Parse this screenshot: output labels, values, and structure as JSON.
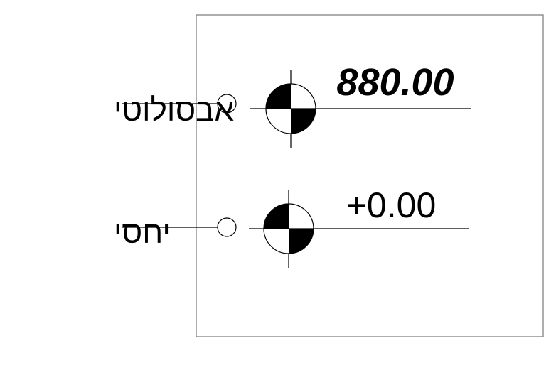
{
  "diagram": {
    "absolute": {
      "label": "אבסולוטי",
      "value": "880.00"
    },
    "relative": {
      "label": "יחסי",
      "value": "+0.00"
    },
    "colors": {
      "line": "#000000",
      "frame": "#777777",
      "background": "#ffffff"
    }
  }
}
